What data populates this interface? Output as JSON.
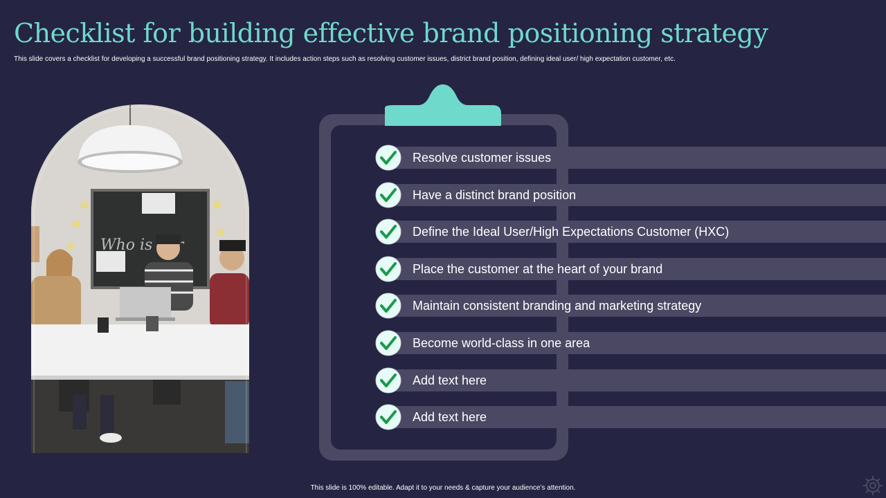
{
  "slide": {
    "title": "Checklist for building effective brand positioning strategy",
    "subtitle": "This slide covers a checklist for developing a successful brand positioning strategy. It includes action steps such as resolving customer issues, district brand position, defining ideal user/ high expectation customer, etc.",
    "footer": "This slide is 100% editable.  Adapt it to your needs & capture your audience’s attention."
  },
  "checklist": {
    "items": [
      {
        "label": "Resolve customer issues",
        "checked": true
      },
      {
        "label": "Have a distinct brand position",
        "checked": true
      },
      {
        "label": "Define the Ideal User/High Expectations Customer (HXC)",
        "checked": true
      },
      {
        "label": "Place the customer at the heart of your brand",
        "checked": true
      },
      {
        "label": "Maintain  consistent branding and marketing strategy",
        "checked": true
      },
      {
        "label": "Become world-class in one area",
        "checked": true
      },
      {
        "label": "Add text here",
        "checked": true
      },
      {
        "label": "Add text here",
        "checked": true
      }
    ]
  },
  "icons": {
    "check": "check-icon",
    "gear": "gear-icon",
    "clip": "clipboard-clip-icon"
  },
  "colors": {
    "background": "#252442",
    "accent": "#6fd9cc",
    "bar": "#4a4863",
    "check_circle": "#e6faf6",
    "check_mark": "#1a9a4a"
  }
}
